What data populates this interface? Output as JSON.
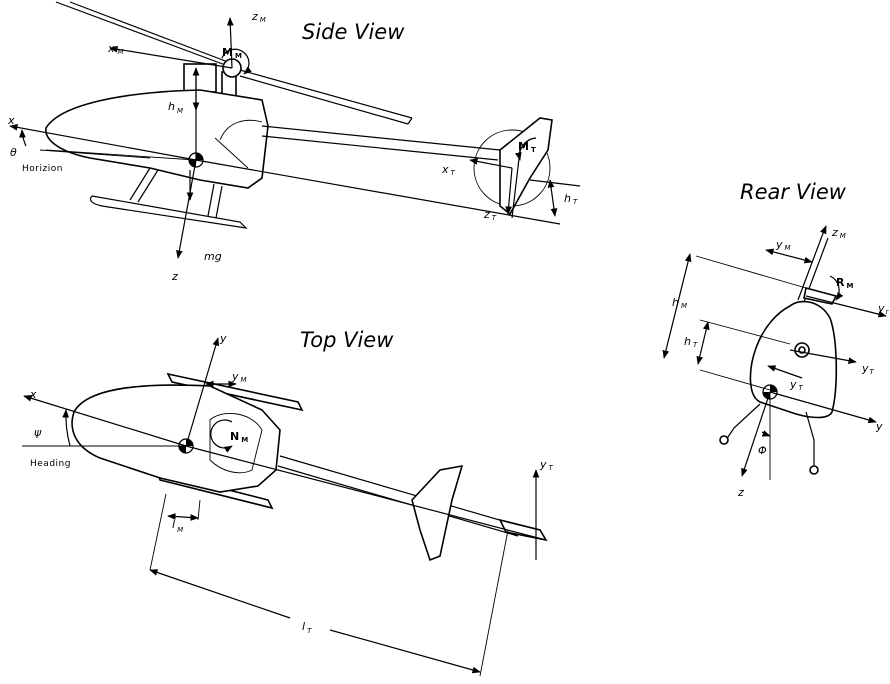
{
  "views": {
    "side": {
      "title": "Side View",
      "labels": {
        "zm": "z",
        "zm_sub": "M",
        "mm": "M",
        "mm_sub": "M",
        "xm": "x",
        "xm_sub": "M",
        "hm": "h",
        "hm_sub": "M",
        "x": "x",
        "theta": "θ",
        "horizon": "Horizion",
        "mt": "M",
        "mt_sub": "T",
        "xt": "x",
        "xt_sub": "T",
        "zt": "z",
        "zt_sub": "T",
        "ht": "h",
        "ht_sub": "T",
        "mg": "mg",
        "z": "z"
      }
    },
    "top": {
      "title": "Top View",
      "labels": {
        "y": "y",
        "ym": "y",
        "ym_sub": "M",
        "x": "x",
        "psi": "ψ",
        "nm": "N",
        "nm_sub": "M",
        "heading": "Heading",
        "lm": "l",
        "lm_sub": "M",
        "lt": "l",
        "lt_sub": "T",
        "yt": "y",
        "yt_sub": "T"
      }
    },
    "rear": {
      "title": "Rear View",
      "labels": {
        "zm": "z",
        "zm_sub": "M",
        "ym": "y",
        "ym_sub": "M",
        "rm": "R",
        "rm_sub": "M",
        "yr": "y",
        "yr_sub": "r",
        "hm": "h",
        "hm_sub": "M",
        "ht": "h",
        "ht_sub": "T",
        "yt": "y",
        "yt_sub": "T",
        "yt2": "y",
        "yt2_sub": "T",
        "y": "y",
        "phi": "Φ",
        "z": "z"
      }
    }
  },
  "colors": {
    "ink": "#000000",
    "paper": "#ffffff"
  }
}
